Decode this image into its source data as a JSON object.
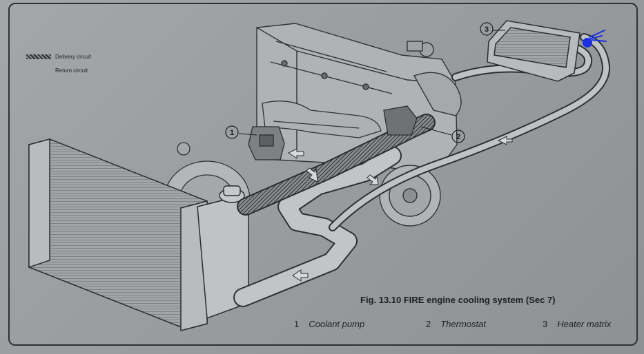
{
  "legend": {
    "delivery_label": "Delivery circuit",
    "return_label": "Return circuit"
  },
  "figure": {
    "caption": "Fig. 13.10 FIRE engine cooling system (Sec 7)"
  },
  "callouts": [
    "1",
    "2",
    "3"
  ],
  "key": [
    {
      "number": "1",
      "label": "Coolant pump"
    },
    {
      "number": "2",
      "label": "Thermostat"
    },
    {
      "number": "3",
      "label": "Heater matrix"
    }
  ],
  "colors": {
    "page": "#9b9ea0",
    "ink": "#1b1d1f",
    "annotation_blue": "#1a2fe0"
  },
  "icons": {
    "delivery_swatch": "crosshatch-swatch",
    "annotation": "blue-pen-mark"
  }
}
